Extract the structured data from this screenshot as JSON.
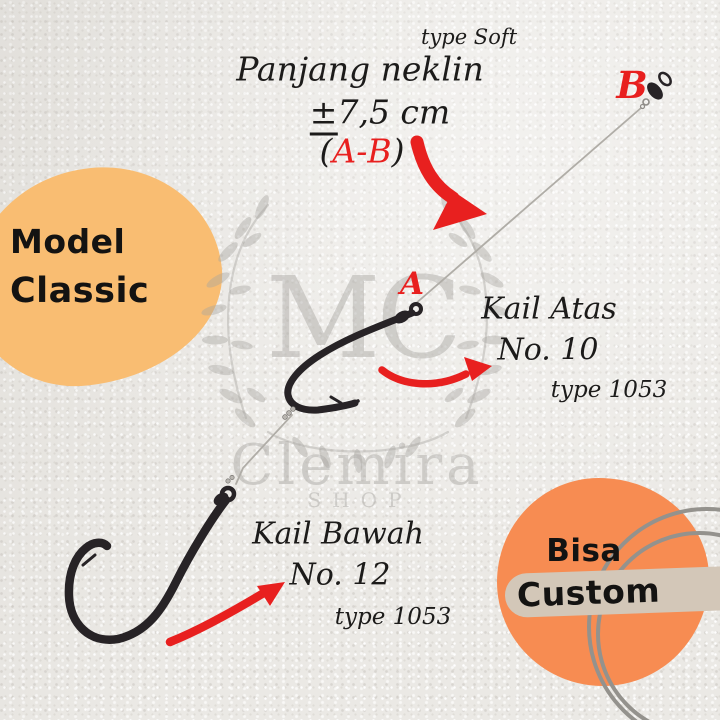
{
  "colors": {
    "background": "#ebe9e5",
    "blob_orange": "#f9bd72",
    "circle_orange": "#f78c52",
    "banner_beige": "#d3c7b8",
    "accent_red": "#e8201f",
    "watermark_gray": "#a6a4a0",
    "ring_gray": "#94928d",
    "hook_black": "#272326",
    "line_gray": "#b0ada7",
    "text_black": "#1c1b1a"
  },
  "annotations": {
    "type_label": "type Soft",
    "neckline_title": "Panjang neklin",
    "neckline_pm": "±",
    "neckline_value": "7,5 cm",
    "ab_open": "(",
    "ab_label": "A-B",
    "ab_close": ")",
    "point_a": "A",
    "point_b": "B"
  },
  "upper_hook": {
    "name": "Kail Atas",
    "size": "No. 10",
    "type": "type 1053"
  },
  "lower_hook": {
    "name": "Kail Bawah",
    "size": "No. 12",
    "type": "type 1053"
  },
  "badges": {
    "model": {
      "line1": "Model",
      "line2": "Classic"
    },
    "custom": {
      "line1": "Bisa",
      "line2": "Custom"
    }
  },
  "watermark": {
    "monogram": "MC",
    "name": "Clemira",
    "sub": "SHOP"
  }
}
